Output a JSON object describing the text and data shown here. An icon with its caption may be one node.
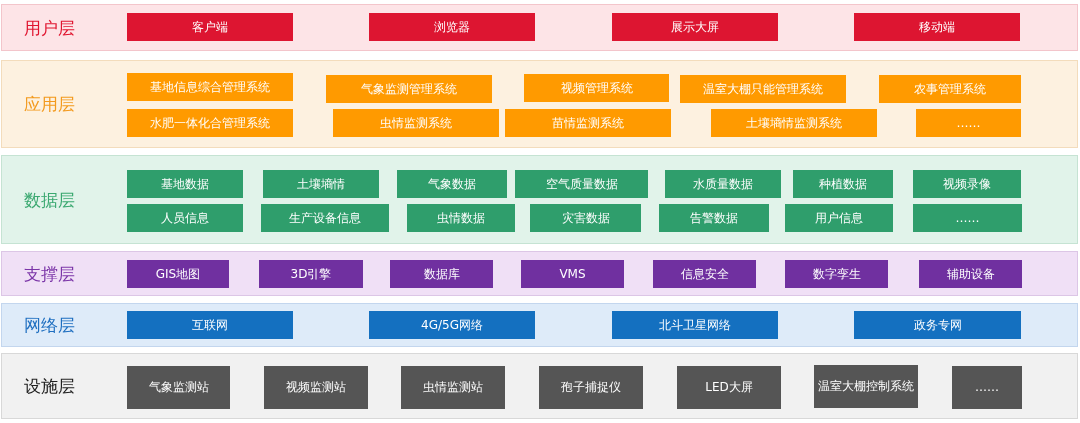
{
  "diagram": {
    "nodes": [
      {
        "text": [
          "用户层"
        ]
      },
      {
        "text": [
          "客户端"
        ],
        "in": 0
      },
      {
        "text": [
          "浏览器"
        ],
        "in": 0
      },
      {
        "text": [
          "展示大屏"
        ],
        "in": 0
      },
      {
        "text": [
          "移动端"
        ],
        "in": 0
      },
      {
        "text": [
          "应用层"
        ]
      },
      {
        "text": [
          "基地信息综合管理系统"
        ],
        "in": 5
      },
      {
        "text": [
          "气象监测管理系统"
        ],
        "in": 5
      },
      {
        "text": [
          "视频管理系统"
        ],
        "in": 5
      },
      {
        "text": [
          "温室大棚只能管理系统"
        ],
        "in": 5
      },
      {
        "text": [
          "农事管理系统"
        ],
        "in": 5
      },
      {
        "text": [
          "水肥一体化合管理系统"
        ],
        "in": 5
      },
      {
        "text": [
          "虫情监测系统"
        ],
        "in": 5
      },
      {
        "text": [
          "苗情监测系统"
        ],
        "in": 5
      },
      {
        "text": [
          "土壤墒情监测系统"
        ],
        "in": 5
      },
      {
        "text": [
          "……"
        ],
        "in": 5
      },
      {
        "text": [
          "数据层"
        ]
      },
      {
        "text": [
          "基地数据"
        ],
        "in": 16
      },
      {
        "text": [
          "土壤墒情"
        ],
        "in": 16
      },
      {
        "text": [
          "气象数据"
        ],
        "in": 16
      },
      {
        "text": [
          "空气质量数据"
        ],
        "in": 16
      },
      {
        "text": [
          "水质量数据"
        ],
        "in": 16
      },
      {
        "text": [
          "种植数据"
        ],
        "in": 16
      },
      {
        "text": [
          "视频录像"
        ],
        "in": 16
      },
      {
        "text": [
          "人员信息"
        ],
        "in": 16
      },
      {
        "text": [
          "生产设备信息"
        ],
        "in": 16
      },
      {
        "text": [
          "虫情数据"
        ],
        "in": 16
      },
      {
        "text": [
          "灾害数据"
        ],
        "in": 16
      },
      {
        "text": [
          "告警数据"
        ],
        "in": 16
      },
      {
        "text": [
          "用户信息"
        ],
        "in": 16
      },
      {
        "text": [
          "……"
        ],
        "in": 16
      },
      {
        "text": [
          "支撑层"
        ]
      },
      {
        "text": [
          "GIS地图"
        ],
        "in": 31
      },
      {
        "text": [
          "3D引擎"
        ],
        "in": 31
      },
      {
        "text": [
          "数据库"
        ],
        "in": 31
      },
      {
        "text": [
          "VMS"
        ],
        "in": 31
      },
      {
        "text": [
          "信息安全"
        ],
        "in": 31
      },
      {
        "text": [
          "数字孪生"
        ],
        "in": 31
      },
      {
        "text": [
          "辅助设备"
        ],
        "in": 31
      },
      {
        "text": [
          "网络层"
        ]
      },
      {
        "text": [
          "互联网"
        ],
        "in": 39
      },
      {
        "text": [
          "4G/5G网络"
        ],
        "in": 39
      },
      {
        "text": [
          "北斗卫星网络"
        ],
        "in": 39
      },
      {
        "text": [
          "政务专网"
        ],
        "in": 39
      },
      {
        "text": [
          "设施层"
        ]
      },
      {
        "text": [
          "气象监测站"
        ],
        "in": 44
      },
      {
        "text": [
          "视频监测站"
        ],
        "in": 44
      },
      {
        "text": [
          "虫情监测站"
        ],
        "in": 44
      },
      {
        "text": [
          "孢子捕捉仪"
        ],
        "in": 44
      },
      {
        "text": [
          "LED大屏"
        ],
        "in": 44
      },
      {
        "text": [
          "温室大棚控制系统"
        ],
        "in": 44
      },
      {
        "text": [
          "……"
        ],
        "in": 44
      }
    ]
  }
}
